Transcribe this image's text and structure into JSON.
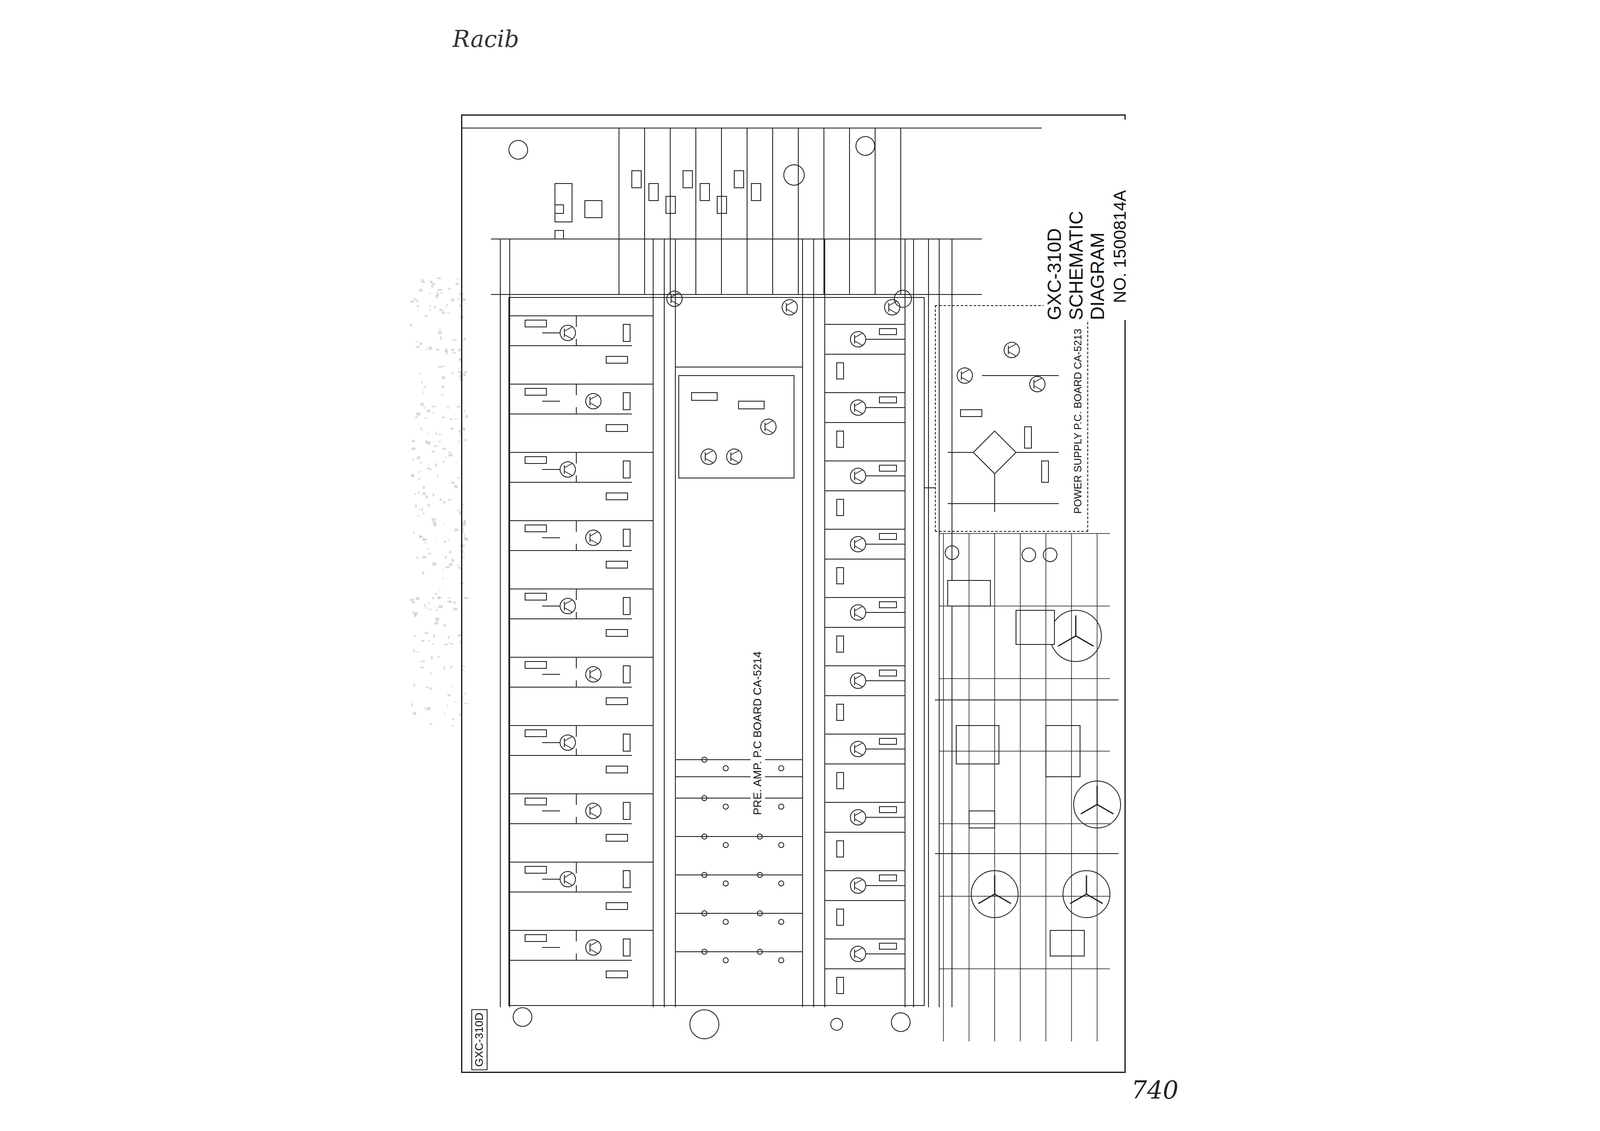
{
  "diagram": {
    "title": "GXC-310D SCHEMATIC DIAGRAM",
    "nodes": [
      {
        "text": [
          "GXC-310D"
        ]
      },
      {
        "text": [
          "PRE. AMP. P.C BOARD CA-5214"
        ],
        "in": 0
      },
      {
        "text": [
          "POWER SUPPLY P.C. BOARD CA-5213"
        ],
        "in": 0
      }
    ],
    "edges": [
      {
        "from": 1,
        "to": 2,
        "arrow": "none"
      }
    ],
    "labels": [
      "NO. 1500814A",
      "Racib",
      "740"
    ]
  }
}
